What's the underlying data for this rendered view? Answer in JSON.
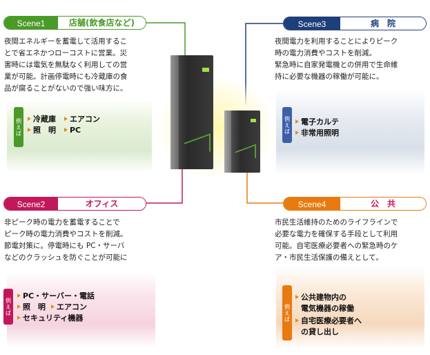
{
  "colors": {
    "green": "#4a9a28",
    "pink": "#c2185b",
    "navy": "#1f3f7a",
    "orange": "#e87a10"
  },
  "scenes": [
    {
      "scene": "Scene1",
      "label": "店舗(飲食店など)",
      "desc": [
        "夜間エネルギーを蓄電して活用するこ",
        "とで省エネかつローコストに営業。災",
        "害時には電気を無駄なく利用しての営",
        "業が可能。計画停電時にも冷蔵庫の食",
        "品が腐ることがないので強い味方に。"
      ],
      "example": "例えば",
      "items": [
        "冷蔵庫",
        "エアコン",
        "照　明",
        "PC"
      ]
    },
    {
      "scene": "Scene2",
      "label": "オフィス",
      "desc": [
        "非ピーク時の電力を蓄電することで",
        "ピーク時の電力消費やコストを削減。",
        "節電対策に。停電時にも PC・サーバ",
        "などのクラッシュを防ぐことが可能に"
      ],
      "example": "例えば",
      "items": [
        "PC・サーバー・電話",
        "照　明",
        "エアコン",
        "セキュリティ機器"
      ]
    },
    {
      "scene": "Scene3",
      "label": "病　院",
      "desc": [
        "夜間電力を利用することによりピーク",
        "時の電力消費やコストを削減。",
        "緊急時に自家発電機との併用で生命維",
        "持に必要な機器の稼働が可能に。"
      ],
      "example": "例えば",
      "items": [
        "電子カルテ",
        "非常用照明"
      ]
    },
    {
      "scene": "Scene4",
      "label": "公　共",
      "desc": [
        "市民生活維持のためのライフラインで",
        "必要な電力を確保する手段として利用",
        "可能。自宅医療必要者への緊急時のケ",
        "ア・市民生活保護の備えとして。"
      ],
      "example": "例えば",
      "items": [
        "公共建物内の",
        "電気機器の稼働",
        "自宅医療必要者へ",
        "の貸し出し"
      ]
    }
  ]
}
